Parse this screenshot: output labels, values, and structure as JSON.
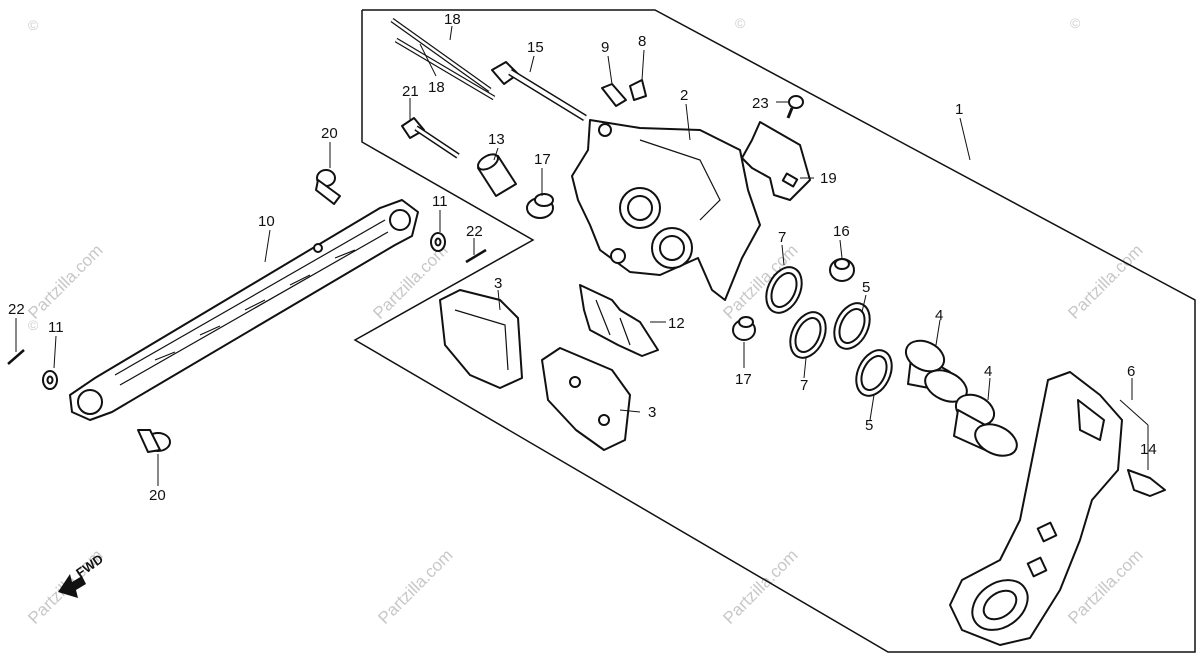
{
  "watermark": {
    "brand": "Partzilla.com",
    "copyright": "©"
  },
  "callouts": {
    "c1": "1",
    "c2": "2",
    "c3a": "3",
    "c3b": "3",
    "c4a": "4",
    "c4b": "4",
    "c5a": "5",
    "c5b": "5",
    "c6": "6",
    "c7a": "7",
    "c7b": "7",
    "c8": "8",
    "c9": "9",
    "c10": "10",
    "c11a": "11",
    "c11b": "11",
    "c12": "12",
    "c13": "13",
    "c14": "14",
    "c15": "15",
    "c16": "16",
    "c17a": "17",
    "c17b": "17",
    "c18a": "18",
    "c18b": "18",
    "c19": "19",
    "c20a": "20",
    "c20b": "20",
    "c21": "21",
    "c22a": "22",
    "c22b": "22",
    "c23": "23"
  },
  "direction": {
    "label": "FWD"
  }
}
